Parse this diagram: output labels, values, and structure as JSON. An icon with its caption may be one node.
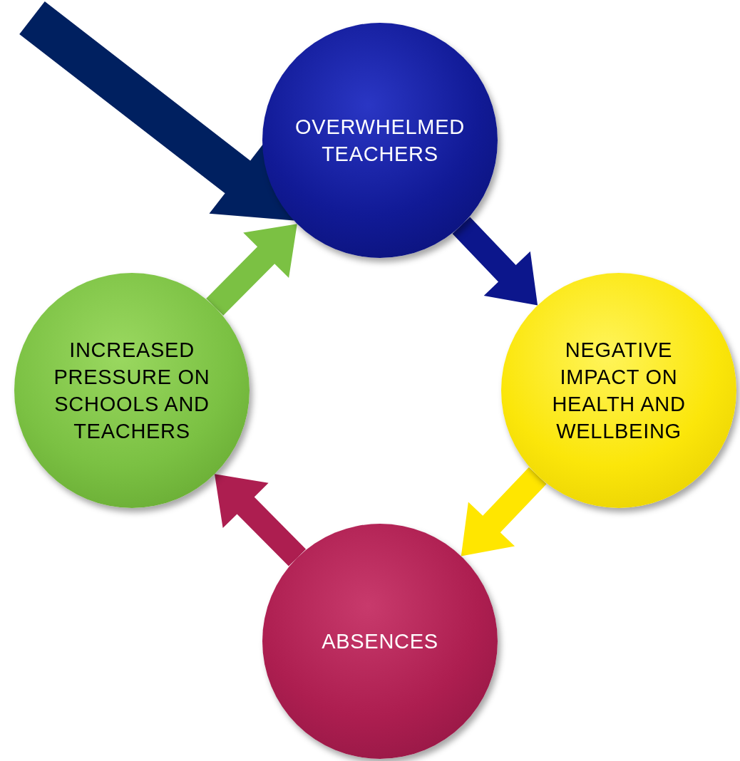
{
  "diagram": {
    "nodes": [
      {
        "text": [
          "OVERWHELMED TEACHERS"
        ]
      },
      {
        "text": [
          "NEGATIVE IMPACT ON HEALTH AND WELLBEING"
        ]
      },
      {
        "text": [
          "ABSENCES"
        ]
      },
      {
        "text": [
          "INCREASED PRESSURE ON SCHOOLS AND TEACHERS"
        ]
      }
    ],
    "edges": [
      {
        "from": null,
        "to": 0,
        "arrow": "to",
        "style": "thick",
        "color": "#002060"
      },
      {
        "from": 0,
        "to": 1,
        "arrow": "to",
        "color": "#0c168c"
      },
      {
        "from": 1,
        "to": 2,
        "arrow": "to",
        "color": "#ffe600"
      },
      {
        "from": 2,
        "to": 3,
        "arrow": "to",
        "color": "#ad1e50"
      },
      {
        "from": 3,
        "to": 0,
        "arrow": "to",
        "color": "#7bc143"
      }
    ]
  }
}
